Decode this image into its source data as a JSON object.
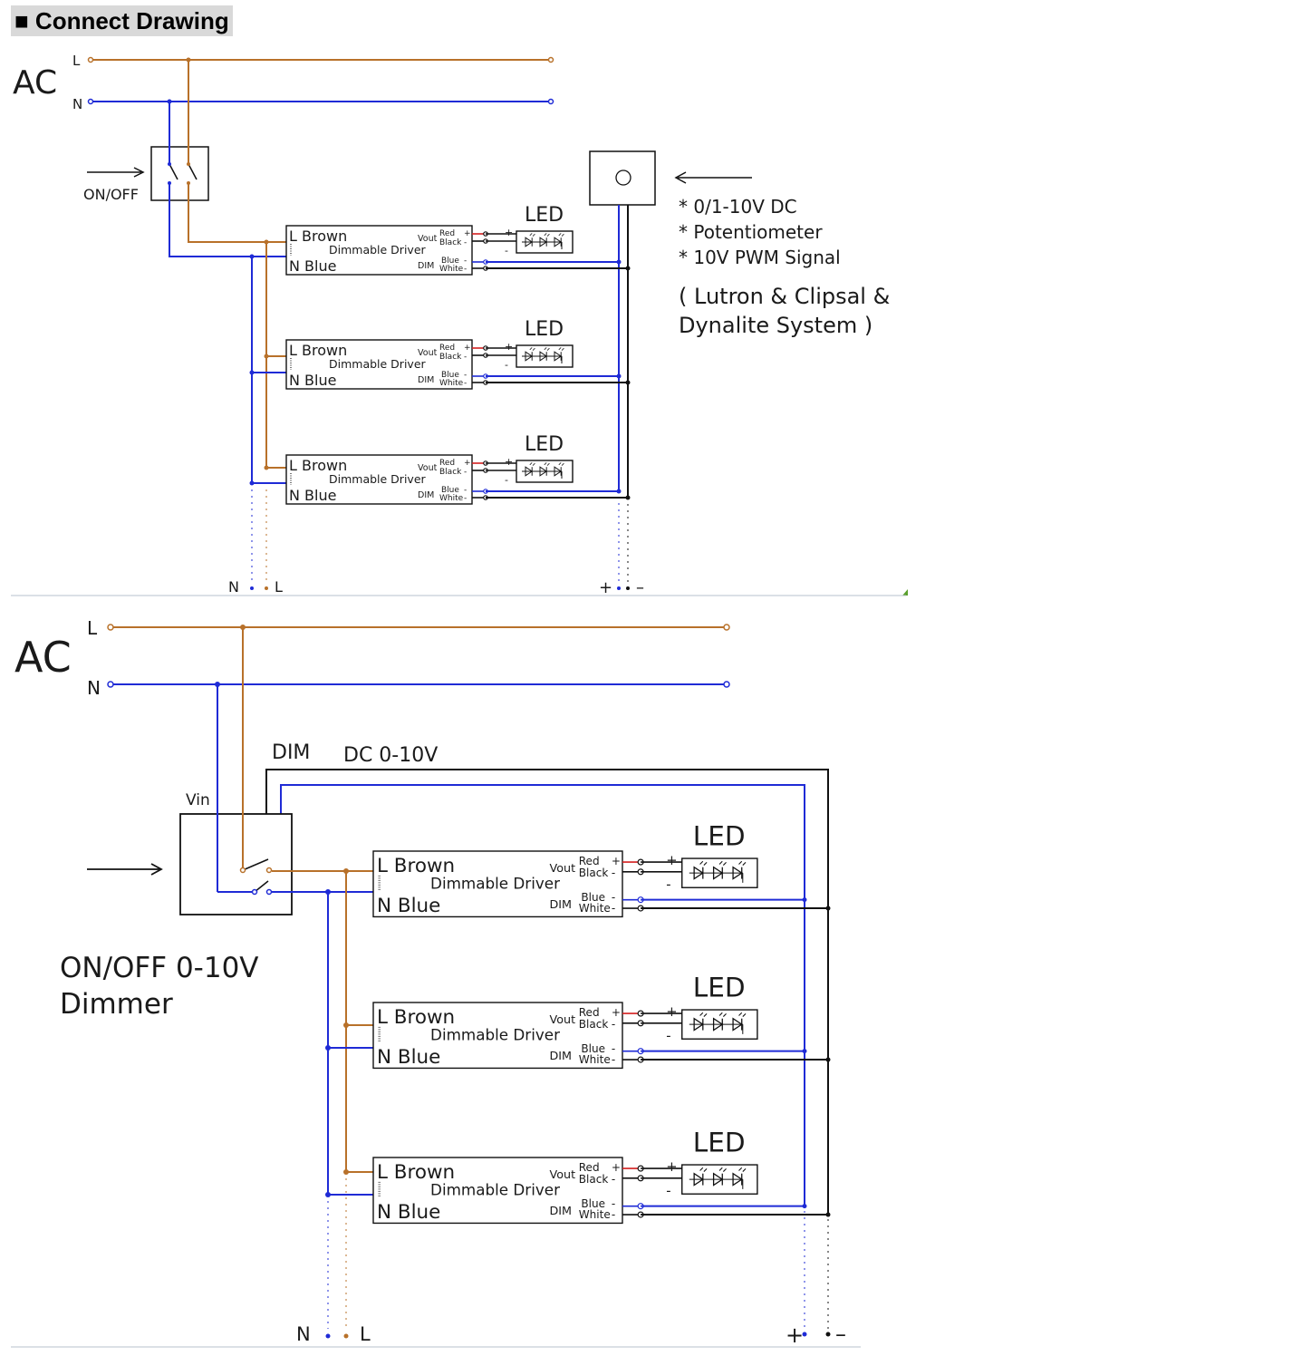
{
  "heading": "■ Connect Drawing",
  "colors": {
    "live": "#b8712a",
    "neutral": "#1f2bd6",
    "ground": "#111111",
    "red": "#d42020",
    "divider": "#b7c2cc",
    "heading_bg": "#d9d9d9"
  },
  "diagram1": {
    "ac": "AC",
    "l": "L",
    "n": "N",
    "switch_label": "ON/OFF",
    "led": "LED",
    "notes": [
      "* 0/1-10V DC",
      "* Potentiometer",
      "* 10V PWM Signal",
      "( Lutron &  Clipsal &",
      "Dynalite  System )"
    ],
    "bottom_n": "N",
    "bottom_l": "L",
    "plus": "+",
    "minus": "–"
  },
  "diagram2": {
    "ac": "AC",
    "l": "L",
    "n": "N",
    "dim": "DIM",
    "dc": "DC 0-10V",
    "vin": "Vin",
    "dimmer_line1": "ON/OFF 0-10V",
    "dimmer_line2": "Dimmer",
    "led": "LED",
    "bottom_n": "N",
    "bottom_l": "L",
    "plus": "+",
    "minus": "–"
  },
  "driver": {
    "l_label": "L Brown",
    "n_label": "N Blue",
    "name": "Dimmable Driver",
    "vout": "Vout",
    "dim": "DIM",
    "red": "Red",
    "black": "Black",
    "blue": "Blue",
    "white": "White",
    "plus": "+",
    "minus": "-"
  }
}
